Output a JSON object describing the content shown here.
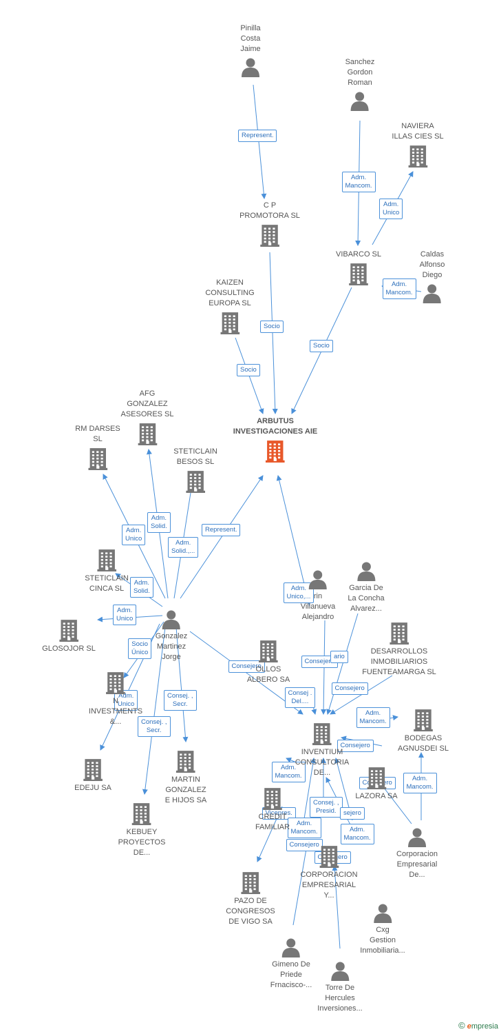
{
  "colors": {
    "edge": "#4a90d9",
    "node": "#777777",
    "focus": "#e8582a",
    "label_text": "#2c6fbb"
  },
  "nodes": [
    {
      "id": "arbutus",
      "type": "company",
      "focus": true,
      "lines": [
        "ARBUTUS",
        "INVESTIGACIONES AIE"
      ]
    },
    {
      "id": "pinilla",
      "type": "person",
      "lines": [
        "Pinilla",
        "Costa",
        "Jaime"
      ]
    },
    {
      "id": "sanchez",
      "type": "person",
      "lines": [
        "Sanchez",
        "Gordon",
        "Roman"
      ]
    },
    {
      "id": "naviera",
      "type": "company",
      "lines": [
        "NAVIERA",
        "ILLAS CIES  SL"
      ]
    },
    {
      "id": "cp",
      "type": "company",
      "lines": [
        "C P",
        "PROMOTORA SL"
      ]
    },
    {
      "id": "vibarco",
      "type": "company",
      "lines": [
        "VIBARCO SL"
      ]
    },
    {
      "id": "caldas",
      "type": "person",
      "lines": [
        "Caldas",
        "Alfonso",
        "Diego"
      ]
    },
    {
      "id": "kaizen",
      "type": "company",
      "lines": [
        "KAIZEN",
        "CONSULTING",
        "EUROPA  SL"
      ]
    },
    {
      "id": "afg",
      "type": "company",
      "lines": [
        "AFG",
        "GONZALEZ",
        "ASESORES  SL"
      ]
    },
    {
      "id": "rm",
      "type": "company",
      "lines": [
        "RM DARSES",
        "SL"
      ]
    },
    {
      "id": "besos",
      "type": "company",
      "lines": [
        "STETICLAIN",
        "BESOS  SL"
      ]
    },
    {
      "id": "cinca",
      "type": "company",
      "lines": [
        "STETICLAIN",
        "CINCA  SL"
      ]
    },
    {
      "id": "glosojor",
      "type": "company",
      "lines": [
        "GLOSOJOR  SL"
      ]
    },
    {
      "id": "gonzalez",
      "type": "person",
      "lines": [
        "Gonzalez",
        "Martinez",
        "Jorge"
      ]
    },
    {
      "id": "nueva",
      "type": "company",
      "lines": [
        "N",
        "INVESTMENTS",
        "&..."
      ]
    },
    {
      "id": "edeju",
      "type": "company",
      "lines": [
        "EDEJU SA"
      ]
    },
    {
      "id": "kebuey",
      "type": "company",
      "lines": [
        "KEBUEY",
        "PROYECTOS",
        "DE..."
      ]
    },
    {
      "id": "martin",
      "type": "company",
      "lines": [
        "MARTIN",
        "GONZALEZ",
        "E HIJOS SA"
      ]
    },
    {
      "id": "albero",
      "type": "company",
      "lines": [
        "OLLOS",
        "ALBERO SA"
      ]
    },
    {
      "id": "villanueva",
      "type": "person",
      "lines": [
        "rin",
        "Villanueva",
        "Alejandro"
      ]
    },
    {
      "id": "garcia",
      "type": "person",
      "lines": [
        "Garcia De",
        "La Concha",
        "Alvarez..."
      ]
    },
    {
      "id": "desarrollos",
      "type": "company",
      "lines": [
        "DESARROLLOS",
        "INMOBILIARIOS",
        "FUENTEAMARGA SL"
      ]
    },
    {
      "id": "inventium",
      "type": "company",
      "lines": [
        "INVENTIUM",
        "CONSULTORIA",
        "DE..."
      ]
    },
    {
      "id": "bodegas",
      "type": "company",
      "lines": [
        "BODEGAS",
        "AGNUSDEI SL"
      ]
    },
    {
      "id": "lazora",
      "type": "company",
      "lines": [
        "LAZORA SA"
      ]
    },
    {
      "id": "credito",
      "type": "company",
      "lines": [
        "CREDIT",
        "FAMILIAR"
      ]
    },
    {
      "id": "corp_emp",
      "type": "company",
      "lines": [
        "CORPORACION",
        "EMPRESARIAL",
        "Y..."
      ]
    },
    {
      "id": "corporacion",
      "type": "person",
      "lines": [
        "Corporacion",
        "Empresarial",
        "De..."
      ]
    },
    {
      "id": "pazo",
      "type": "company",
      "lines": [
        "PAZO DE",
        "CONGRESOS",
        "DE VIGO SA"
      ]
    },
    {
      "id": "cxg",
      "type": "person",
      "lines": [
        "Cxg",
        "Gestion",
        "Inmobiliaria..."
      ]
    },
    {
      "id": "gimeno",
      "type": "person",
      "lines": [
        "Gimeno De",
        "Priede",
        "Frnacisco-..."
      ]
    },
    {
      "id": "torre",
      "type": "person",
      "lines": [
        "Torre De",
        "Hercules",
        "Inversiones..."
      ]
    }
  ],
  "edges": [
    {
      "id": "e_pinilla_cp",
      "labels": [
        "Represent."
      ]
    },
    {
      "id": "e_sanchez_vibarco",
      "labels": [
        "Adm.",
        "Mancom."
      ]
    },
    {
      "id": "e_vibarco_naviera",
      "labels": [
        "Adm.",
        "Unico"
      ]
    },
    {
      "id": "e_caldas_vibarco",
      "labels": [
        "Adm.",
        "Mancom."
      ]
    },
    {
      "id": "e_cp_arbutus",
      "labels": [
        "Socio"
      ]
    },
    {
      "id": "e_vibarco_arbutus",
      "labels": [
        "Socio"
      ]
    },
    {
      "id": "e_kaizen_arbutus",
      "labels": [
        "Socio"
      ]
    },
    {
      "id": "e_g_rm",
      "labels": [
        "Adm.",
        "Unico"
      ]
    },
    {
      "id": "e_g_afg",
      "labels": [
        "Adm.",
        "Solid."
      ]
    },
    {
      "id": "e_g_besos",
      "labels": [
        "Adm.",
        "Solid.,..."
      ]
    },
    {
      "id": "e_g_arbutus",
      "labels": [
        "Represent."
      ]
    },
    {
      "id": "e_g_cinca",
      "labels": [
        "Adm.",
        "Solid."
      ]
    },
    {
      "id": "e_g_glosojor",
      "labels": [
        "Adm.",
        "Unico"
      ]
    },
    {
      "id": "e_g_nueva",
      "labels": [
        "Socio",
        "Único"
      ]
    },
    {
      "id": "e_g_edeju",
      "labels": [
        "Adm.",
        "Unico"
      ]
    },
    {
      "id": "e_g_kebuey",
      "labels": [
        "Consej. ,",
        "Secr."
      ]
    },
    {
      "id": "e_g_martin",
      "labels": [
        "Consej. ,",
        "Secr."
      ]
    },
    {
      "id": "e_g_inventium",
      "labels": [
        "Consejero"
      ]
    },
    {
      "id": "e_villa_arbutus",
      "labels": [
        "Adm.",
        "Unico,..."
      ]
    },
    {
      "id": "e_villa_inventium",
      "labels": [
        "Consejero"
      ]
    },
    {
      "id": "e_garcia_inventium",
      "labels": [
        "ario"
      ]
    },
    {
      "id": "e_desarrollos_inventium",
      "labels": [
        "Consejero"
      ]
    },
    {
      "id": "e_consej_del",
      "labels": [
        "Consej .",
        "Del...."
      ]
    },
    {
      "id": "e_bodegas_inventium",
      "labels": [
        "Adm.",
        "Mancom."
      ]
    },
    {
      "id": "e_corp_inventium",
      "labels": [
        "Consejero"
      ]
    },
    {
      "id": "e_corp_bodegas",
      "labels": [
        "Adm.",
        "Mancom."
      ]
    },
    {
      "id": "e_corp_lazora",
      "labels": [
        "Consejero"
      ]
    },
    {
      "id": "e_inv_adm",
      "labels": [
        "Adm.",
        "Mancom."
      ]
    },
    {
      "id": "e_vicepres",
      "labels": [
        "Vicepres."
      ]
    },
    {
      "id": "e_adm_mancom2",
      "labels": [
        "Adm.",
        "Mancom."
      ]
    },
    {
      "id": "e_consej_presid",
      "labels": [
        "Consej. ,",
        "Presid."
      ]
    },
    {
      "id": "e_sejero",
      "labels": [
        "sejero"
      ]
    },
    {
      "id": "e_adm_mancom3",
      "labels": [
        "Adm.",
        "Mancom."
      ]
    },
    {
      "id": "e_gimeno_consejero",
      "labels": [
        "Consejero"
      ]
    },
    {
      "id": "e_torre_consejero",
      "labels": [
        "Consejero"
      ]
    }
  ],
  "footer": {
    "symbol": "©",
    "brand_initial": "e",
    "brand_rest": "mpresia"
  }
}
